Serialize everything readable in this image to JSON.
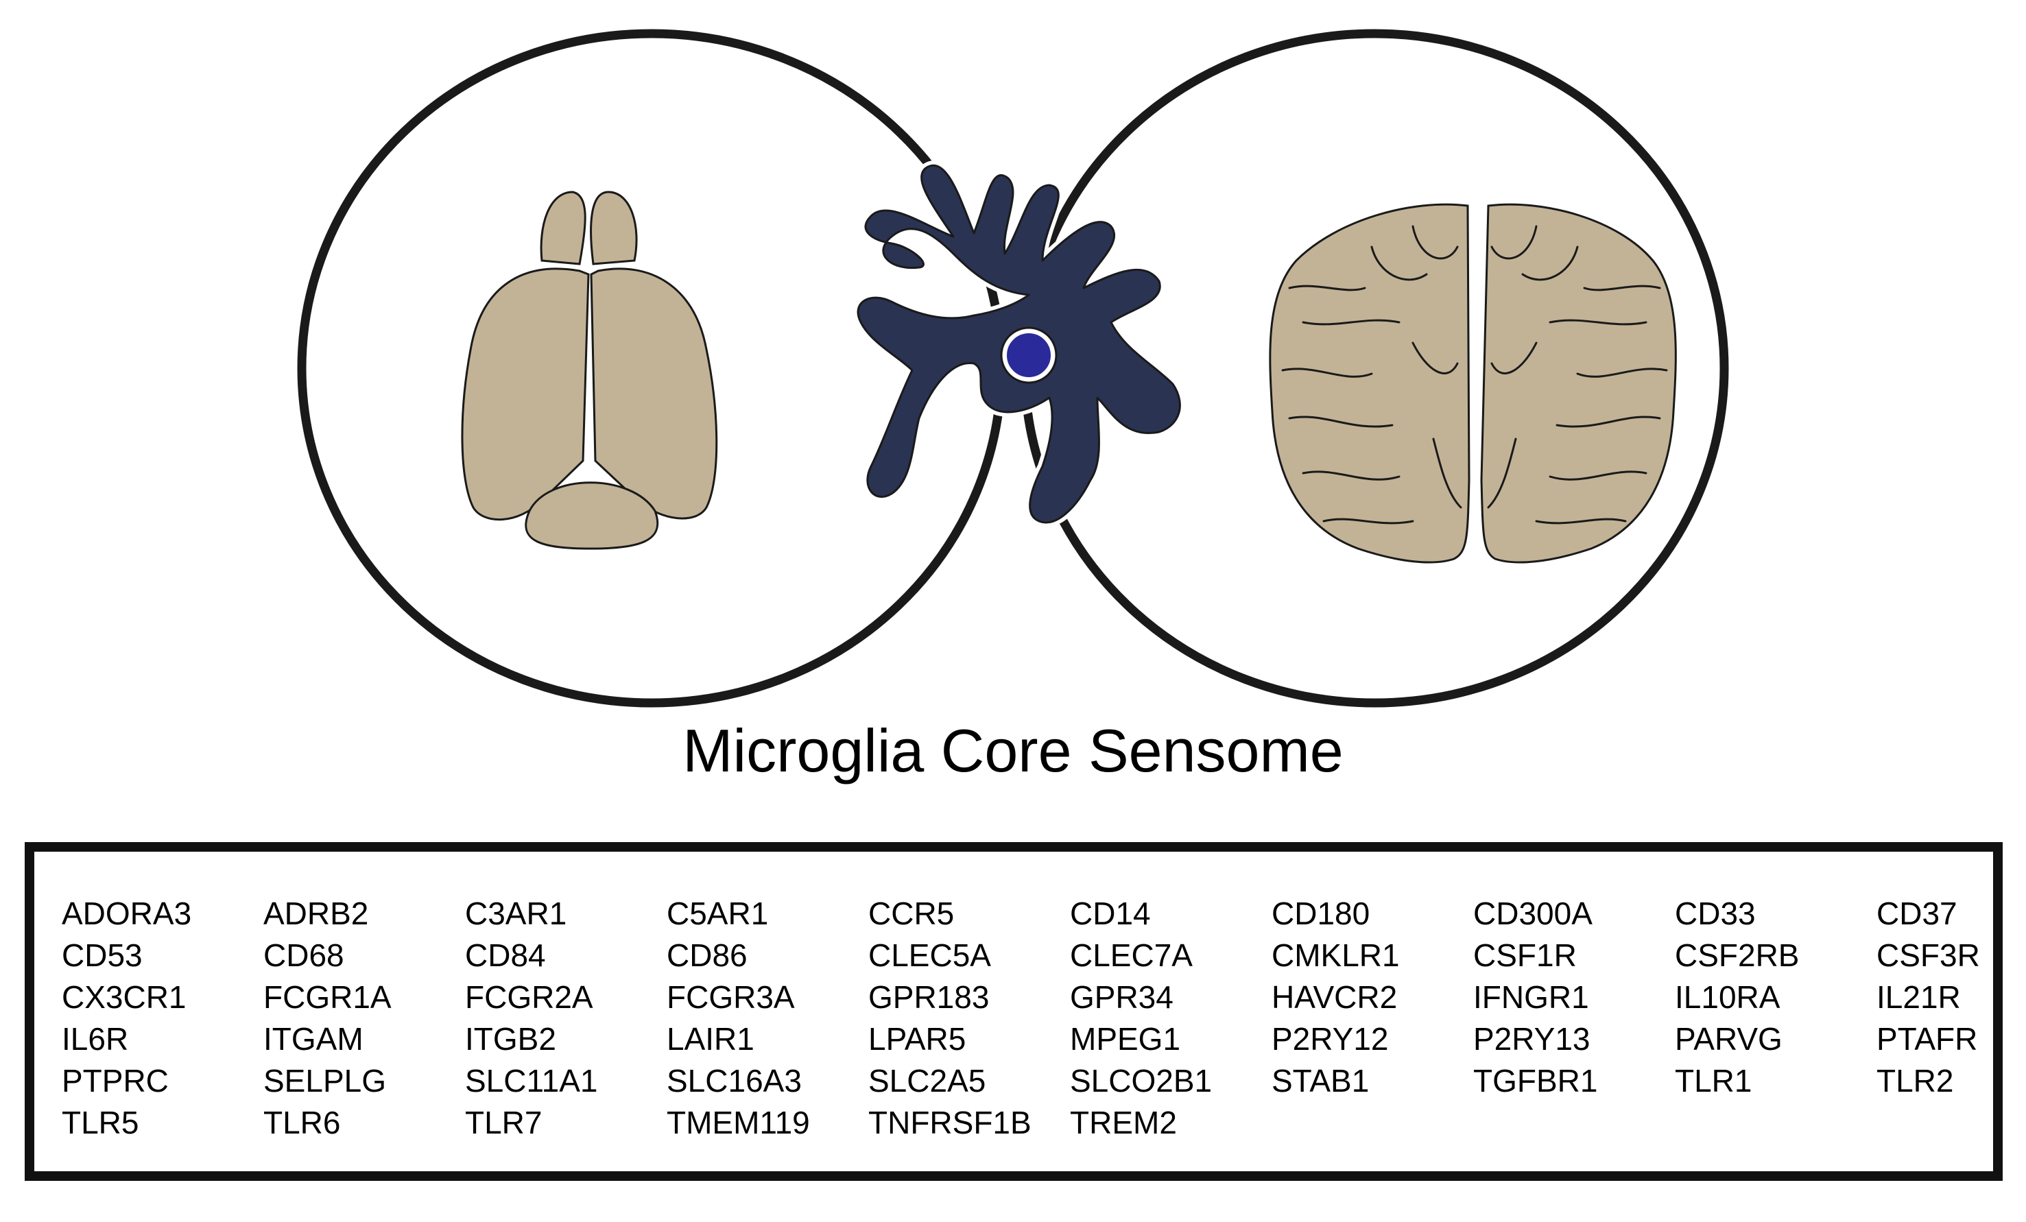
{
  "title": "Microglia Core Sensome",
  "colors": {
    "outline": "#1a1a1a",
    "brain_fill": "#c2b397",
    "microglia_fill": "#2a3352",
    "nucleus_fill": "#2a2a9a"
  },
  "icons": [
    "mouse-brain-icon",
    "microglia-cell-icon",
    "human-brain-icon"
  ],
  "genes": [
    "ADORA3",
    "ADRB2",
    "C3AR1",
    "C5AR1",
    "CCR5",
    "CD14",
    "CD180",
    "CD300A",
    "CD33",
    "CD37",
    "CD53",
    "CD68",
    "CD84",
    "CD86",
    "CLEC5A",
    "CLEC7A",
    "CMKLR1",
    "CSF1R",
    "CSF2RB",
    "CSF3R",
    "CX3CR1",
    "FCGR1A",
    "FCGR2A",
    "FCGR3A",
    "GPR183",
    "GPR34",
    "HAVCR2",
    "IFNGR1",
    "IL10RA",
    "IL21R",
    "IL6R",
    "ITGAM",
    "ITGB2",
    "LAIR1",
    "LPAR5",
    "MPEG1",
    "P2RY12",
    "P2RY13",
    "PARVG",
    "PTAFR",
    "PTPRC",
    "SELPLG",
    "SLC11A1",
    "SLC16A3",
    "SLC2A5",
    "SLCO2B1",
    "STAB1",
    "TGFBR1",
    "TLR1",
    "TLR2",
    "TLR5",
    "TLR6",
    "TLR7",
    "TMEM119",
    "TNFRSF1B",
    "TREM2"
  ]
}
